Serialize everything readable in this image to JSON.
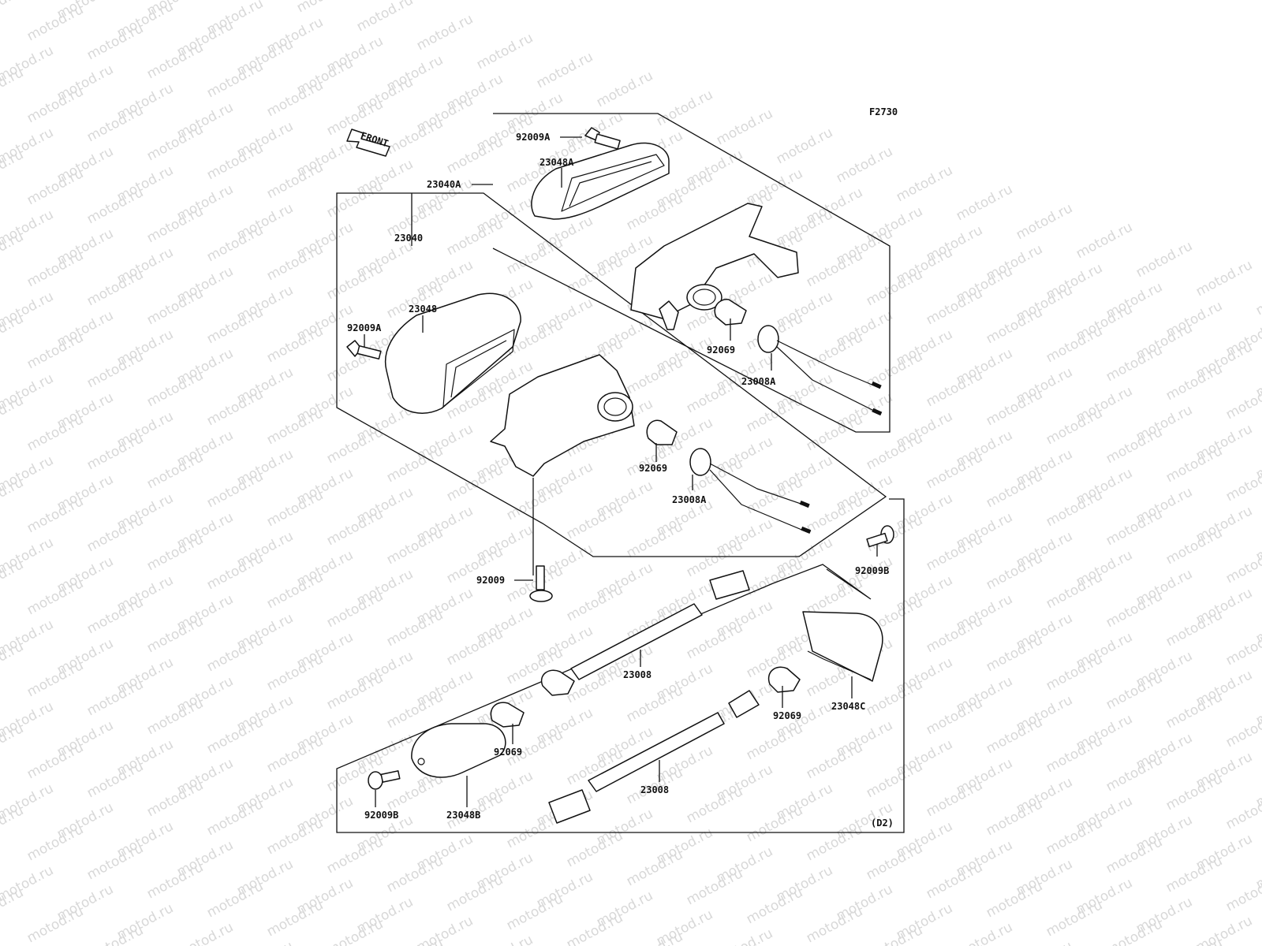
{
  "figure_code": "F2730",
  "variant_code": "(D2)",
  "front_arrow": {
    "label": "FRONT"
  },
  "watermark": {
    "text": "motod.ru"
  },
  "labels": {
    "p92009A_top": "92009A",
    "p23048A": "23048A",
    "p23040A": "23040A",
    "p23040": "23040",
    "p23048": "23048",
    "p92009A_left": "92009A",
    "p92069_a": "92069",
    "p23008A_a": "23008A",
    "p92069_b": "92069",
    "p23008A_b": "23008A",
    "p92009": "92009",
    "p92009B_right": "92009B",
    "p23008_top": "23008",
    "p92069_c": "92069",
    "p92069_d": "92069",
    "p23048C": "23048C",
    "p23008_bottom": "23008",
    "p92009B_left": "92009B",
    "p23048B": "23048B"
  }
}
